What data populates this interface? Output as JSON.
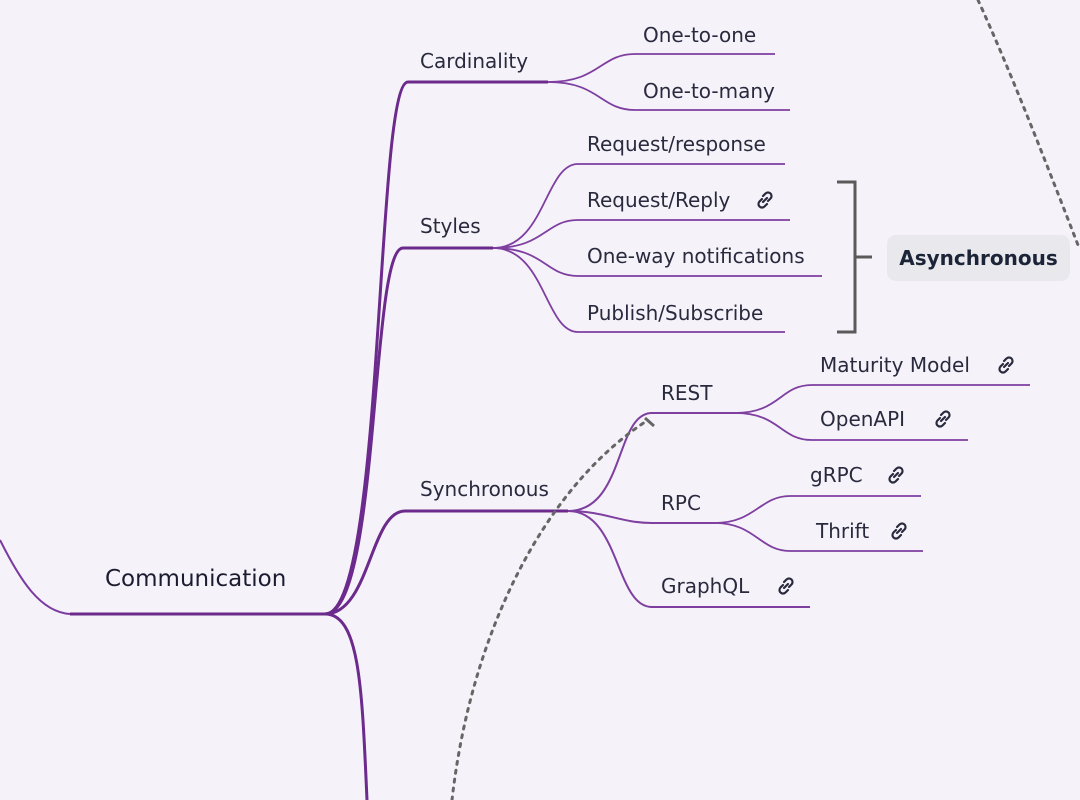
{
  "root": {
    "label": "Communication"
  },
  "branches": {
    "cardinality": {
      "label": "Cardinality",
      "children": [
        "One-to-one",
        "One-to-many"
      ]
    },
    "styles": {
      "label": "Styles",
      "children": [
        "Request/response",
        "Request/Reply",
        "One-way notifications",
        "Publish/Subscribe"
      ]
    },
    "synchronous": {
      "label": "Synchronous",
      "rest": {
        "label": "REST",
        "children": [
          "Maturity Model",
          "OpenAPI"
        ]
      },
      "rpc": {
        "label": "RPC",
        "children": [
          "gRPC",
          "Thrift"
        ]
      },
      "graphql": {
        "label": "GraphQL"
      }
    }
  },
  "boundary": {
    "label": "Asynchronous"
  },
  "colors": {
    "branch": "#6b2a8c",
    "leaf": "#7e3fa0",
    "bracket": "#5a5a5a",
    "dashed": "#666666",
    "badge_bg": "#e9e8ec"
  },
  "icons": {
    "link": "link-icon"
  }
}
